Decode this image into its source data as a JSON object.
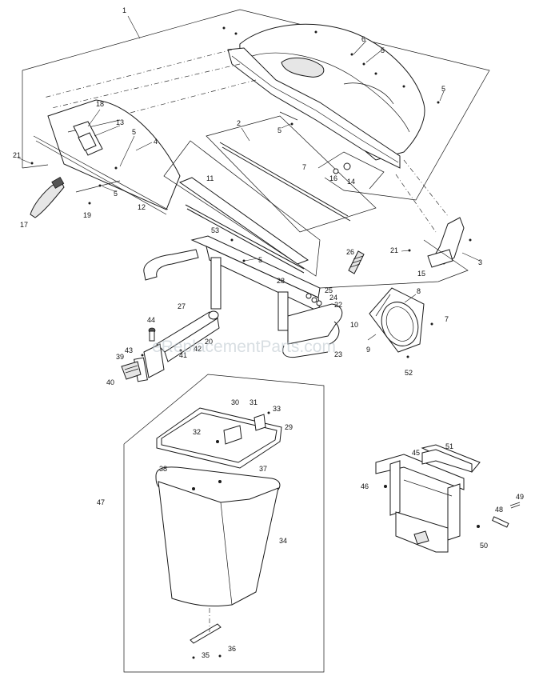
{
  "watermark": "eReplacementParts.com",
  "callouts": [
    {
      "id": "c1",
      "label": "1"
    },
    {
      "id": "c2",
      "label": "2"
    },
    {
      "id": "c3",
      "label": "3"
    },
    {
      "id": "c4",
      "label": "4"
    },
    {
      "id": "c5a",
      "label": "5"
    },
    {
      "id": "c5b",
      "label": "5"
    },
    {
      "id": "c5c",
      "label": "5"
    },
    {
      "id": "c5d",
      "label": "5"
    },
    {
      "id": "c5e",
      "label": "5"
    },
    {
      "id": "c5f",
      "label": "5"
    },
    {
      "id": "c6",
      "label": "6"
    },
    {
      "id": "c7a",
      "label": "7"
    },
    {
      "id": "c7b",
      "label": "7"
    },
    {
      "id": "c8",
      "label": "8"
    },
    {
      "id": "c9",
      "label": "9"
    },
    {
      "id": "c10",
      "label": "10"
    },
    {
      "id": "c11",
      "label": "11"
    },
    {
      "id": "c12",
      "label": "12"
    },
    {
      "id": "c13",
      "label": "13"
    },
    {
      "id": "c14",
      "label": "14"
    },
    {
      "id": "c15",
      "label": "15"
    },
    {
      "id": "c16",
      "label": "16"
    },
    {
      "id": "c17",
      "label": "17"
    },
    {
      "id": "c18",
      "label": "18"
    },
    {
      "id": "c19",
      "label": "19"
    },
    {
      "id": "c20",
      "label": "20"
    },
    {
      "id": "c21a",
      "label": "21"
    },
    {
      "id": "c21b",
      "label": "21"
    },
    {
      "id": "c22",
      "label": "22"
    },
    {
      "id": "c23",
      "label": "23"
    },
    {
      "id": "c24",
      "label": "24"
    },
    {
      "id": "c25",
      "label": "25"
    },
    {
      "id": "c26",
      "label": "26"
    },
    {
      "id": "c27",
      "label": "27"
    },
    {
      "id": "c28",
      "label": "28"
    },
    {
      "id": "c29",
      "label": "29"
    },
    {
      "id": "c30",
      "label": "30"
    },
    {
      "id": "c31",
      "label": "31"
    },
    {
      "id": "c32",
      "label": "32"
    },
    {
      "id": "c33",
      "label": "33"
    },
    {
      "id": "c34",
      "label": "34"
    },
    {
      "id": "c35",
      "label": "35"
    },
    {
      "id": "c36",
      "label": "36"
    },
    {
      "id": "c37",
      "label": "37"
    },
    {
      "id": "c38",
      "label": "38"
    },
    {
      "id": "c39",
      "label": "39"
    },
    {
      "id": "c40",
      "label": "40"
    },
    {
      "id": "c41",
      "label": "41"
    },
    {
      "id": "c42",
      "label": "42"
    },
    {
      "id": "c43",
      "label": "43"
    },
    {
      "id": "c44",
      "label": "44"
    },
    {
      "id": "c45",
      "label": "45"
    },
    {
      "id": "c46",
      "label": "46"
    },
    {
      "id": "c47",
      "label": "47"
    },
    {
      "id": "c48",
      "label": "48"
    },
    {
      "id": "c49",
      "label": "49"
    },
    {
      "id": "c50",
      "label": "50"
    },
    {
      "id": "c51",
      "label": "51"
    },
    {
      "id": "c52",
      "label": "52"
    },
    {
      "id": "c53",
      "label": "53"
    }
  ]
}
